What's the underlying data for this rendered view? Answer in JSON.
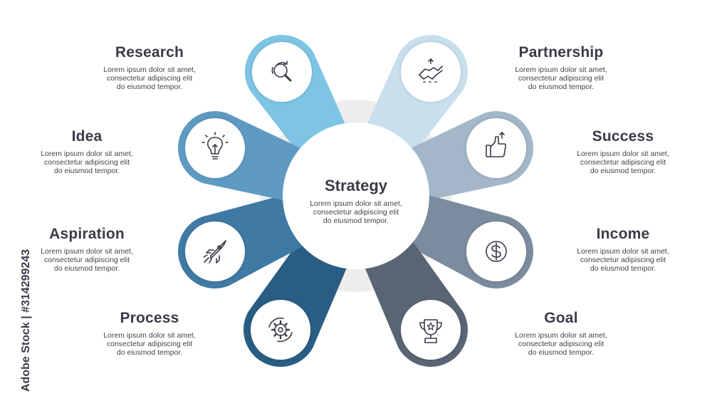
{
  "center": {
    "title": "Strategy",
    "desc": "Lorem ipsum dolor sit amet,\nconsectetur adipiscing elit\ndo eiusmod tempor."
  },
  "petals": [
    {
      "title": "Research",
      "desc": "Lorem ipsum dolor sit amet,\nconsectetur adipiscing elit\ndo eiusmod tempor.",
      "color": "#7ec4e4",
      "icon": "magnifier-refresh-icon"
    },
    {
      "title": "Partnership",
      "desc": "Lorem ipsum dolor sit amet,\nconsectetur adipiscing elit\ndo eiusmod tempor.",
      "color": "#c8dfee",
      "icon": "handshake-icon"
    },
    {
      "title": "Success",
      "desc": "Lorem ipsum dolor sit amet,\nconsectetur adipiscing elit\ndo eiusmod tempor.",
      "color": "#a3b7c9",
      "icon": "thumbs-up-icon"
    },
    {
      "title": "Income",
      "desc": "Lorem ipsum dolor sit amet,\nconsectetur adipiscing elit\ndo eiusmod tempor.",
      "color": "#7b8c9e",
      "icon": "dollar-coin-icon"
    },
    {
      "title": "Goal",
      "desc": "Lorem ipsum dolor sit amet,\nconsectetur adipiscing elit\ndo eiusmod tempor.",
      "color": "#596575",
      "icon": "trophy-icon"
    },
    {
      "title": "Process",
      "desc": "Lorem ipsum dolor sit amet,\nconsectetur adipiscing elit\ndo eiusmod tempor.",
      "color": "#2a5d84",
      "icon": "gear-cycle-icon"
    },
    {
      "title": "Aspiration",
      "desc": "Lorem ipsum dolor sit amet,\nconsectetur adipiscing elit\ndo eiusmod tempor.",
      "color": "#3f7aa4",
      "icon": "rocket-icon"
    },
    {
      "title": "Idea",
      "desc": "Lorem ipsum dolor sit amet,\nconsectetur adipiscing elit\ndo eiusmod tempor.",
      "color": "#5e9ac2",
      "icon": "lightbulb-icon"
    }
  ],
  "watermark": "Adobe Stock | #314299243"
}
